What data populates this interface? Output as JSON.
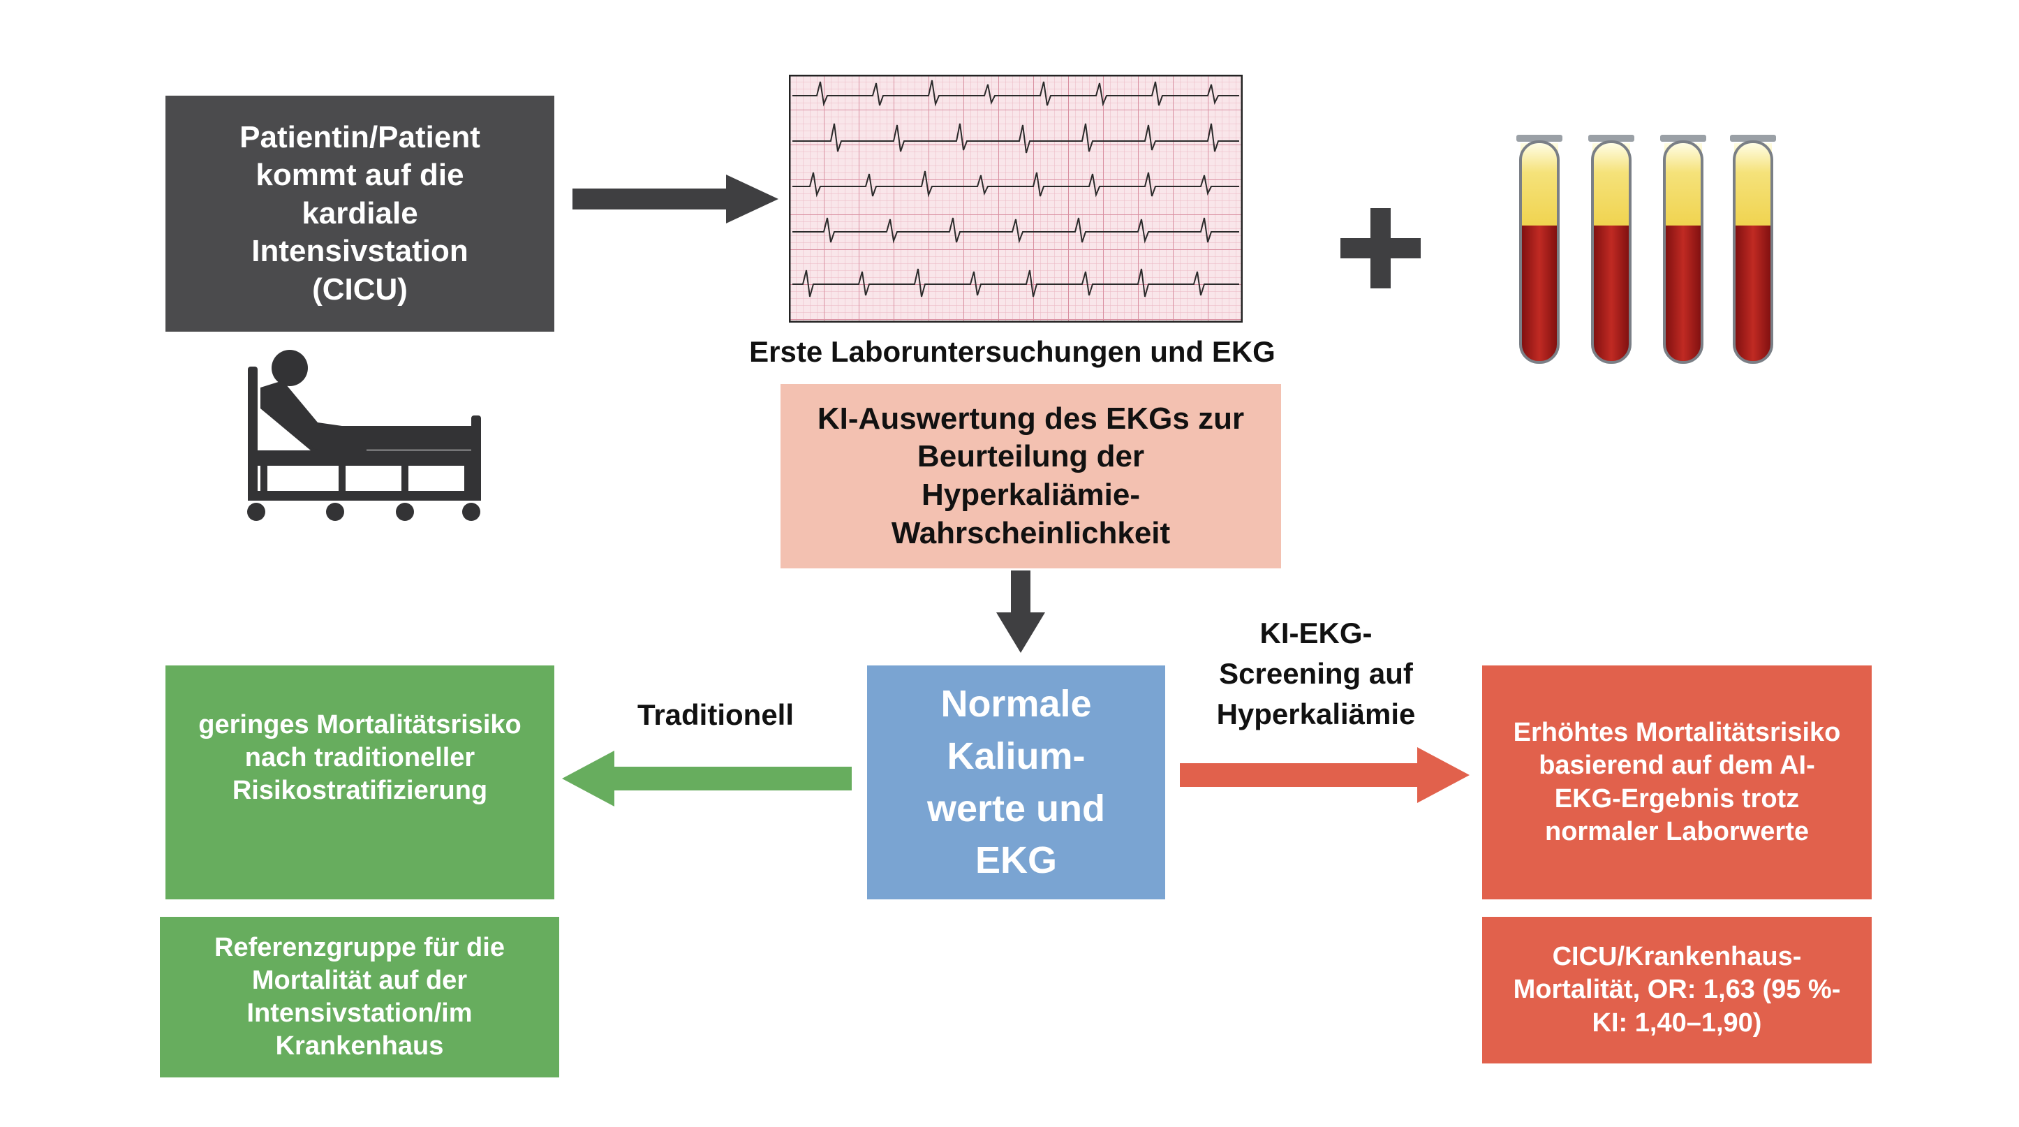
{
  "boxes": {
    "patient": "Patientin/Patient\nkommt auf die\nkardiale\nIntensivstation\n(CICU)",
    "ai_evaluation": "KI-Auswertung des EKGs zur\nBeurteilung der\nHyperkaliämie-\nWahrscheinlichkeit",
    "normal_values": "Normale\nKalium-\nwerte und\nEKG",
    "low_risk": "geringes Mortalitätsrisiko\nnach traditioneller\nRisikostratifizierung",
    "reference_group": "Referenzgruppe für die\nMortalität auf der\nIntensivstation/im\nKrankenhaus",
    "high_risk": "Erhöhtes Mortalitätsrisiko\nbasierend auf dem AI-\nEKG-Ergebnis trotz\nnormaler Laborwerte",
    "mortality": "CICU/Krankenhaus-\nMortalität, OR: 1,63 (95 %-\nKI: 1,40–1,90)"
  },
  "labels": {
    "lab_ekg": "Erste Laboruntersuchungen und EKG",
    "traditional": "Traditionell",
    "screening": "KI-EKG-\nScreening auf\nHyperkaliämie"
  },
  "icons": [
    "hospital-bed-icon",
    "ecg-strip-icon",
    "plus-icon",
    "blood-tube-icon"
  ],
  "colors": {
    "patient_box": "#4b4b4d",
    "ai_box": "#f3c1b1",
    "normal_box": "#7aa4d2",
    "green": "#67ad5e",
    "red": "#e1614c",
    "arrow_dark": "#3f3f41"
  }
}
